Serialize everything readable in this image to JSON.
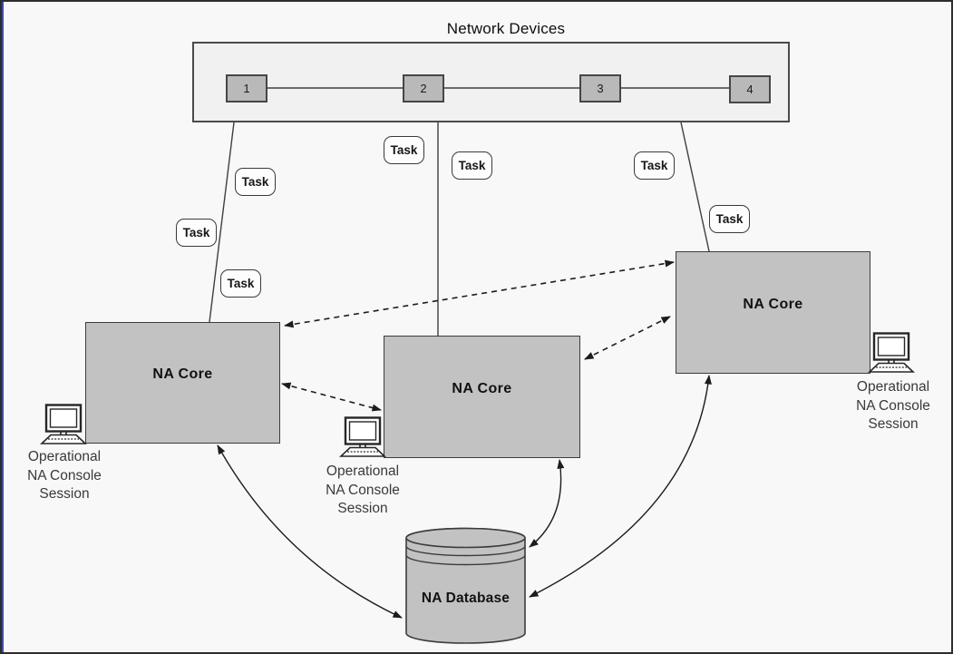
{
  "title": "Network Devices",
  "network": {
    "devices": [
      "1",
      "2",
      "3",
      "4"
    ]
  },
  "tasks": [
    "Task",
    "Task",
    "Task",
    "Task",
    "Task",
    "Task",
    "Task"
  ],
  "cores": [
    {
      "label": "NA Core"
    },
    {
      "label": "NA Core"
    },
    {
      "label": "NA Core"
    }
  ],
  "database": {
    "label": "NA Database"
  },
  "console": {
    "lines": [
      "Operational",
      "NA Console",
      "Session"
    ]
  },
  "colors": {
    "background": "#f8f8f8",
    "node_fill": "#c2c2c2",
    "device_fill": "#b9b9b9",
    "container_fill": "#f1f1f1",
    "line": "#3f3f3f",
    "dashed_line": "#1c1c1c",
    "border": "#2d2d2d",
    "left_edge_accent": "#3a4cae"
  }
}
